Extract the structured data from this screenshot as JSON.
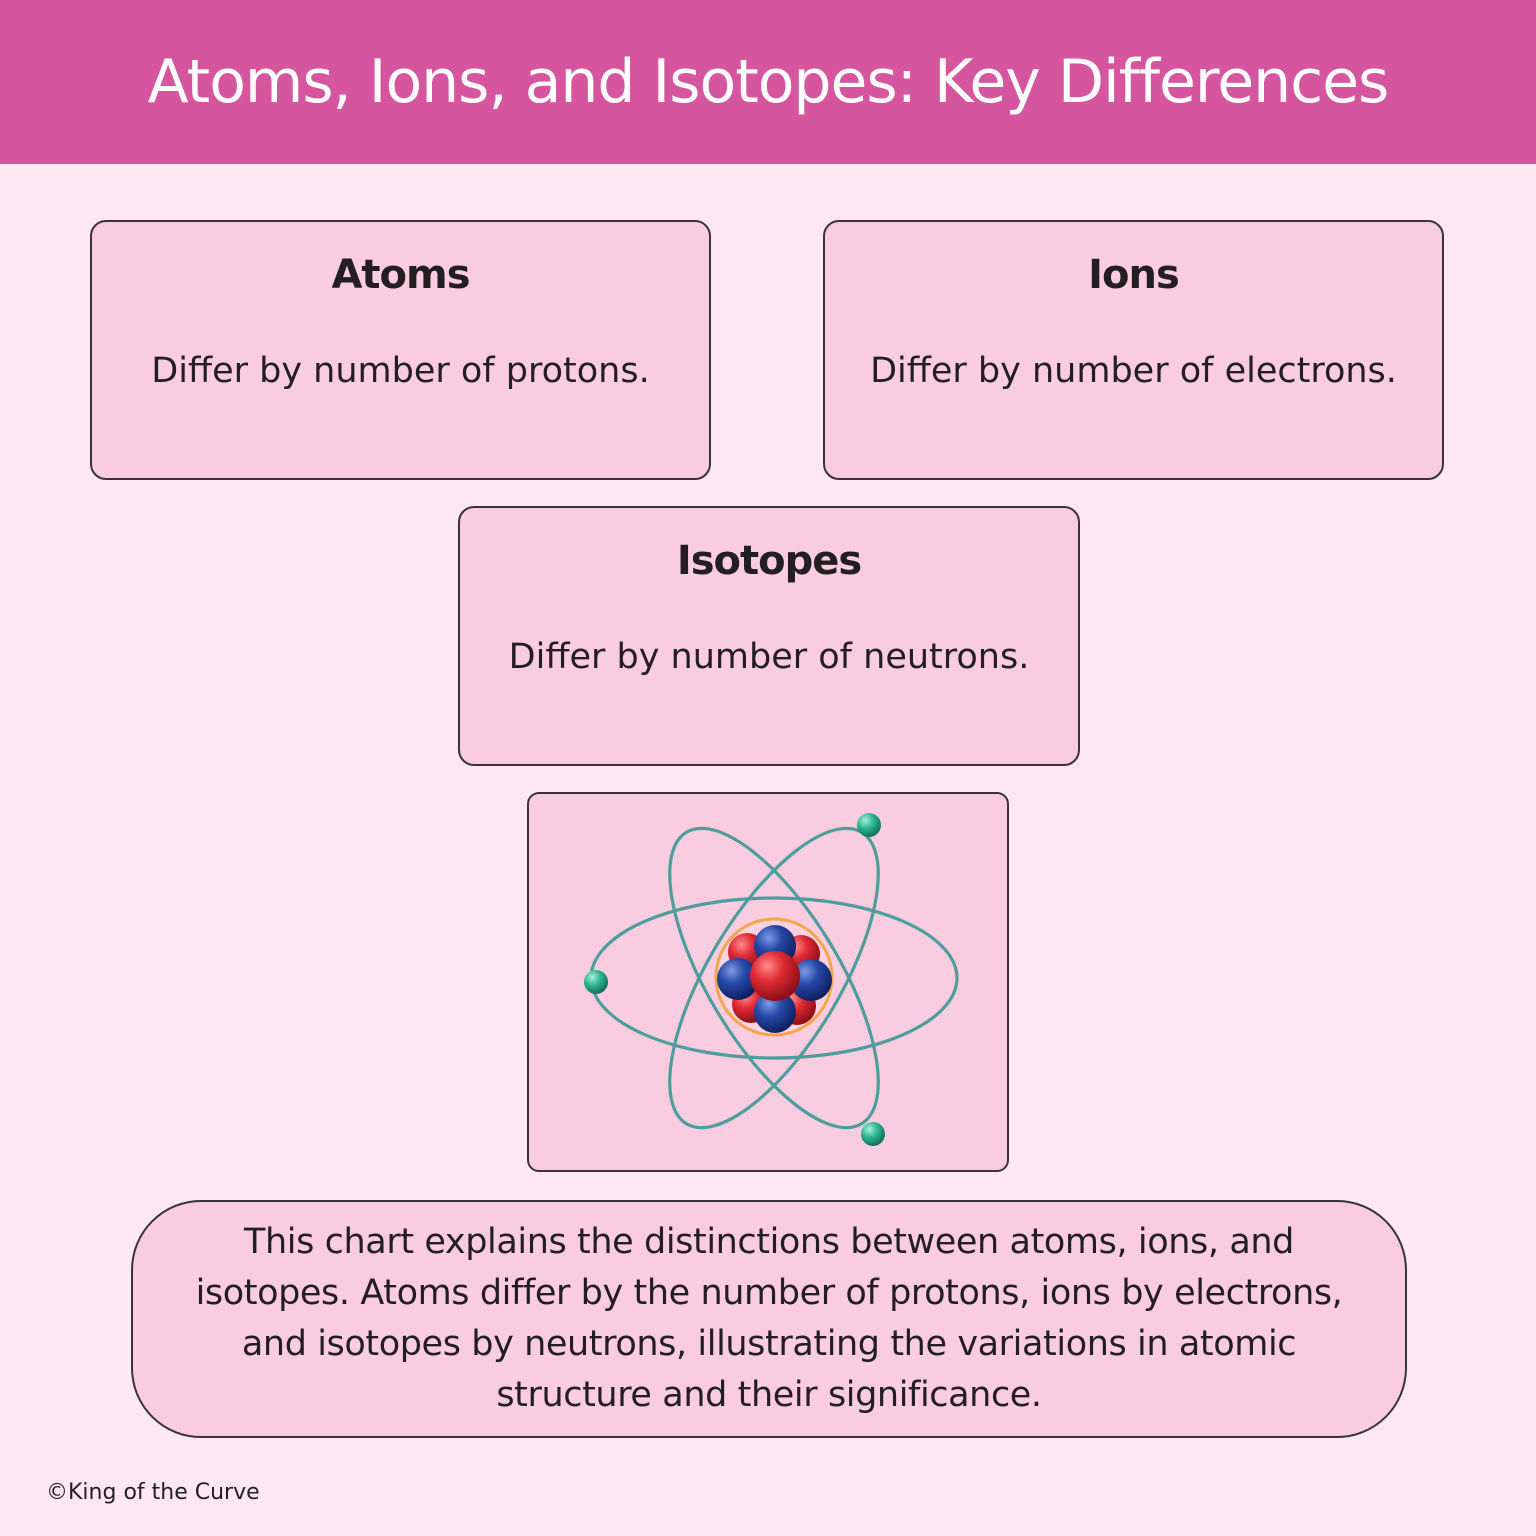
{
  "header": {
    "title": "Atoms, Ions, and Isotopes: Key Differences"
  },
  "cards": [
    {
      "id": "atoms",
      "title": "Atoms",
      "text": "Differ by number of protons."
    },
    {
      "id": "ions",
      "title": "Ions",
      "text": "Differ by number of electrons."
    },
    {
      "id": "isotopes",
      "title": "Isotopes",
      "text": "Differ by number of neutrons."
    }
  ],
  "diagram": {
    "icon": "atom-icon",
    "colors": {
      "orbit": "#4e9d9c",
      "electron": "#2ab58e",
      "proton": "#d8202c",
      "neutron": "#1f3e95",
      "nucleus_ring": "#f2a64b"
    }
  },
  "summary": {
    "text": "This chart explains the distinctions between atoms, ions, and isotopes. Atoms differ by the number of protons, ions by electrons, and isotopes by neutrons, illustrating the variations in atomic structure and their significance."
  },
  "footer": {
    "copyright": "©King of the Curve"
  },
  "colors": {
    "header_bg": "#d5569f",
    "page_bg": "#fde8f1",
    "card_bg": "#f9cce0"
  }
}
